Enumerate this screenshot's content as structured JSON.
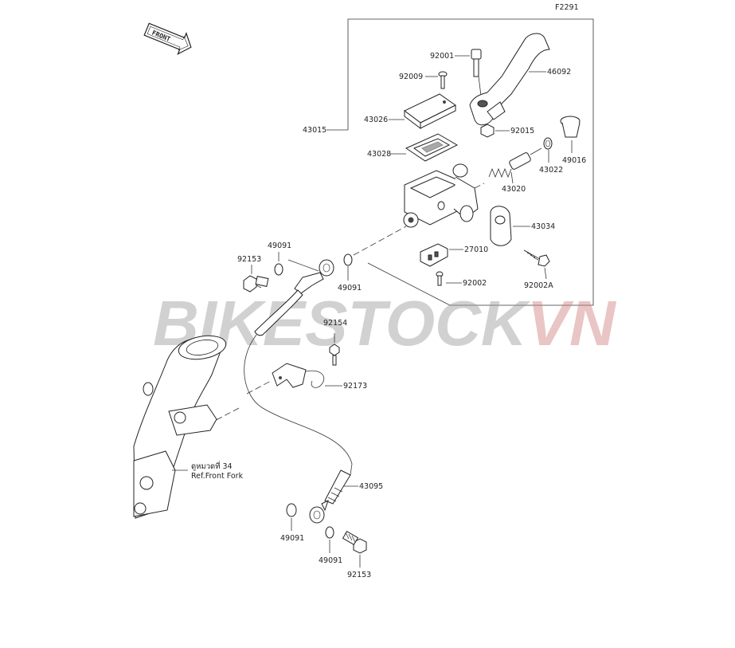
{
  "figure_code": "F2291",
  "direction_badge": "FRONT",
  "watermark": {
    "part1": "BIKESTOCK",
    "part2": "VN",
    "color1": "#9a9a9a",
    "color2": "#d08080"
  },
  "parts": {
    "p92001": "92001",
    "p46092": "46092",
    "p92009": "92009",
    "p43026": "43026",
    "p92015": "92015",
    "p49016": "49016",
    "p43015": "43015",
    "p43028": "43028",
    "p43022": "43022",
    "p43020": "43020",
    "p43034": "43034",
    "p27010": "27010",
    "p92002": "92002",
    "p92002A": "92002A",
    "p49091_top": "49091",
    "p92153_top": "92153",
    "p49091_mid": "49091",
    "p92154": "92154",
    "p92173": "92173",
    "p43095": "43095",
    "p49091_bl": "49091",
    "p49091_br": "49091",
    "p92153_bot": "92153"
  },
  "reference": {
    "thai_text": "ดูหมวดที่ 34",
    "english_text": "Ref.Front Fork"
  }
}
